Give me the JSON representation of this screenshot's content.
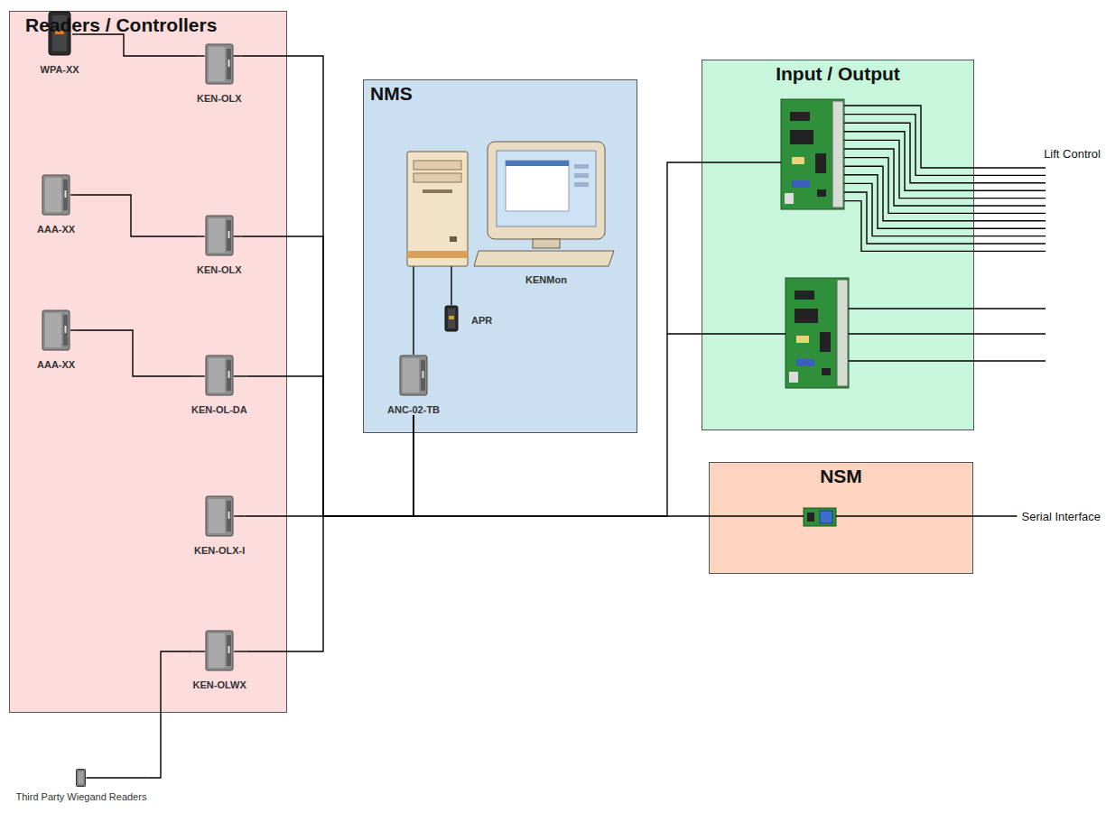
{
  "diagram": {
    "nodes": [
      {
        "text": [
          "Readers / Controllers"
        ]
      },
      {
        "text": [
          "WPA-XX"
        ],
        "in": 0
      },
      {
        "text": [
          "KEN-OLX"
        ],
        "in": 0
      },
      {
        "text": [
          "AAA-XX"
        ],
        "in": 0
      },
      {
        "text": [
          "KEN-OLX"
        ],
        "in": 0
      },
      {
        "text": [
          "AAA-XX"
        ],
        "in": 0
      },
      {
        "text": [
          "KEN-OL-DA"
        ],
        "in": 0
      },
      {
        "text": [
          "KEN-OLX-I"
        ],
        "in": 0
      },
      {
        "text": [
          "KEN-OLWX"
        ],
        "in": 0
      },
      {
        "text": [
          "NMS"
        ]
      },
      {
        "text": [
          "KENMon"
        ],
        "in": 9
      },
      {
        "text": [
          "APR"
        ],
        "in": 9
      },
      {
        "text": [
          "ANC-02-TB"
        ],
        "in": 9
      },
      {
        "text": [
          "Input / Output"
        ]
      },
      {
        "text": [
          "NSM"
        ]
      },
      {
        "text": [
          "Third Party Wiegand Readers"
        ]
      }
    ],
    "edges": [
      {
        "from": 1,
        "to": 2,
        "arrow": "none"
      },
      {
        "from": 3,
        "to": 4,
        "arrow": "none"
      },
      {
        "from": 5,
        "to": 6,
        "arrow": "none"
      },
      {
        "from": 15,
        "to": 8,
        "arrow": "none"
      },
      {
        "from": 2,
        "to": 12,
        "arrow": "none"
      },
      {
        "from": 4,
        "to": 12,
        "arrow": "none"
      },
      {
        "from": 6,
        "to": 12,
        "arrow": "none"
      },
      {
        "from": 7,
        "to": 12,
        "arrow": "none"
      },
      {
        "from": 8,
        "to": 12,
        "arrow": "none"
      },
      {
        "from": 10,
        "to": 12,
        "arrow": "none"
      },
      {
        "from": 10,
        "to": 11,
        "arrow": "none"
      },
      {
        "from": 12,
        "to": 13,
        "arrow": "none"
      },
      {
        "from": 12,
        "to": 14,
        "arrow": "none"
      }
    ],
    "labels": [
      "Lift Control",
      "Serial Interface"
    ]
  }
}
